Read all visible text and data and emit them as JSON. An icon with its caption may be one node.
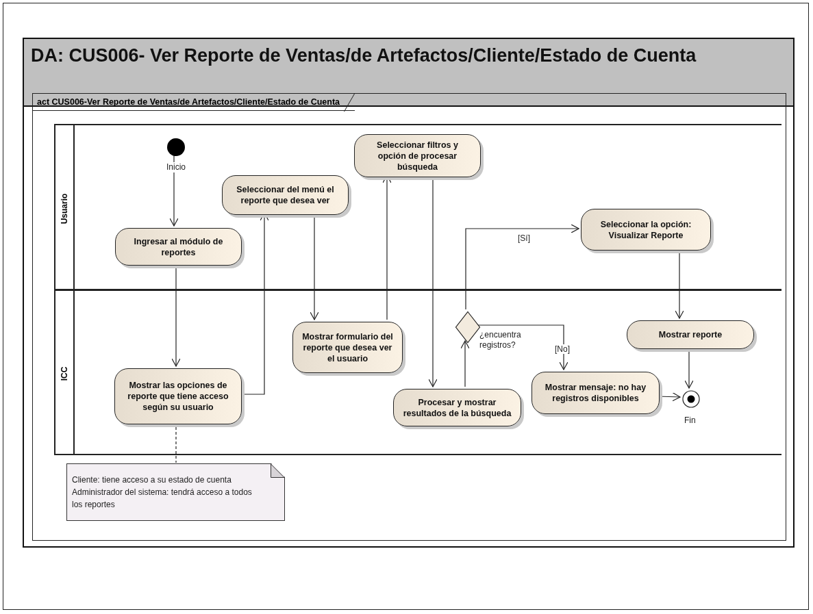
{
  "diagram": {
    "title": "DA: CUS006- Ver Reporte de Ventas/de Artefactos/Cliente/Estado de Cuenta",
    "nodes": [
      {
        "text": [
          "act CUS006-Ver Reporte de Ventas/de Artefactos/Cliente/Estado de Cuenta"
        ]
      },
      {
        "text": [
          "Usuario"
        ],
        "in": 0
      },
      {
        "text": [
          "ICC"
        ],
        "in": 0
      },
      {
        "text": [],
        "shape": "circle",
        "in": 1,
        "beside": [
          "Inicio"
        ]
      },
      {
        "text": [
          "Ingresar al módulo de reportes"
        ],
        "in": 1
      },
      {
        "text": [
          "Seleccionar del menú el reporte que desea ver"
        ],
        "in": 1
      },
      {
        "text": [
          "Seleccionar filtros y opción de procesar búsqueda"
        ],
        "in": 1
      },
      {
        "text": [
          "Seleccionar la opción: Visualizar Reporte"
        ],
        "in": 1
      },
      {
        "text": [
          "Mostrar las opciones de reporte que tiene acceso según su usuario"
        ],
        "in": 2
      },
      {
        "text": [
          "Mostrar formulario del reporte que desea ver el usuario"
        ],
        "in": 2
      },
      {
        "text": [
          "Procesar y mostrar resultados de la búsqueda"
        ],
        "in": 2
      },
      {
        "text": [],
        "shape": "diamond",
        "in": 2,
        "beside": [
          "¿encuentra registros?"
        ]
      },
      {
        "text": [
          "Mostrar reporte"
        ],
        "in": 2
      },
      {
        "text": [
          "Mostrar mensaje: no hay registros disponibles"
        ],
        "in": 2
      },
      {
        "text": [],
        "shape": "circle",
        "in": 2,
        "beside": [
          "Fin"
        ]
      },
      {
        "text": [
          "Cliente: tiene acceso a su estado de cuenta",
          "Administrador del sistema: tendrá acceso a todos los reportes"
        ],
        "in": 0
      }
    ],
    "edges": [
      {
        "from": 3,
        "to": 4,
        "arrow": "to"
      },
      {
        "from": 4,
        "to": 8,
        "arrow": "to"
      },
      {
        "from": 8,
        "to": 5,
        "arrow": "to"
      },
      {
        "from": 5,
        "to": 9,
        "arrow": "to"
      },
      {
        "from": 9,
        "to": 6,
        "arrow": "to"
      },
      {
        "from": 6,
        "to": 10,
        "arrow": "to"
      },
      {
        "from": 10,
        "to": 11,
        "arrow": "to"
      },
      {
        "from": 11,
        "to": 7,
        "arrow": "to",
        "label": "[Sí]"
      },
      {
        "from": 11,
        "to": 13,
        "arrow": "to",
        "label": "[No]"
      },
      {
        "from": 7,
        "to": 12,
        "arrow": "to"
      },
      {
        "from": 12,
        "to": 14,
        "arrow": "to"
      },
      {
        "from": 13,
        "to": 14,
        "arrow": "to"
      },
      {
        "from": 8,
        "to": 15,
        "arrow": "none",
        "style": "dashed"
      }
    ]
  }
}
